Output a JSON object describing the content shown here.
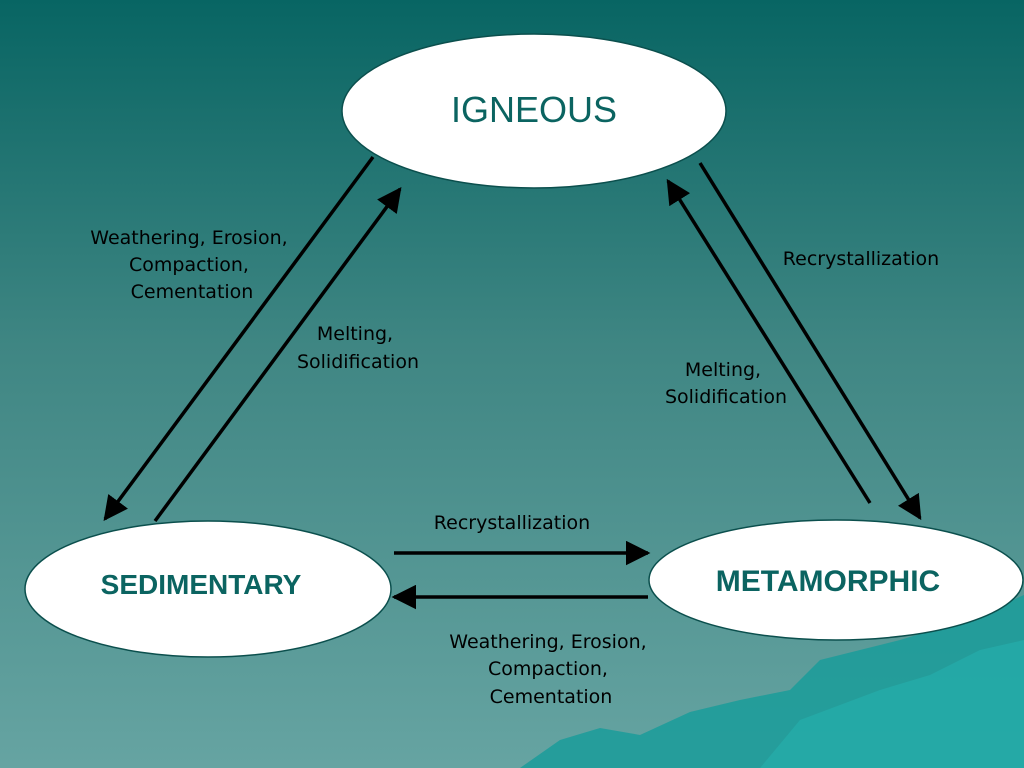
{
  "nodes": {
    "igneous": "IGNEOUS",
    "sedimentary": "SEDIMENTARY",
    "metamorphic": "METAMORPHIC"
  },
  "edges": {
    "igneous_to_sedimentary": [
      "Weathering, Erosion,",
      "Compaction,",
      "Cementation"
    ],
    "sedimentary_to_igneous": [
      "Melting,",
      "Solidification"
    ],
    "igneous_to_metamorphic": [
      "Recrystallization"
    ],
    "metamorphic_to_igneous": [
      "Melting,",
      "Solidification"
    ],
    "sedimentary_to_metamorphic": [
      "Recrystallization"
    ],
    "metamorphic_to_sedimentary": [
      "Weathering, Erosion,",
      "Compaction,",
      "Cementation"
    ]
  },
  "colors": {
    "background_top": "#086563",
    "background_bottom": "#66a4a2",
    "node_fill": "#ffffff",
    "node_text": "#0b6461",
    "arrow": "#000000",
    "terrain": "#1a9c9a"
  }
}
